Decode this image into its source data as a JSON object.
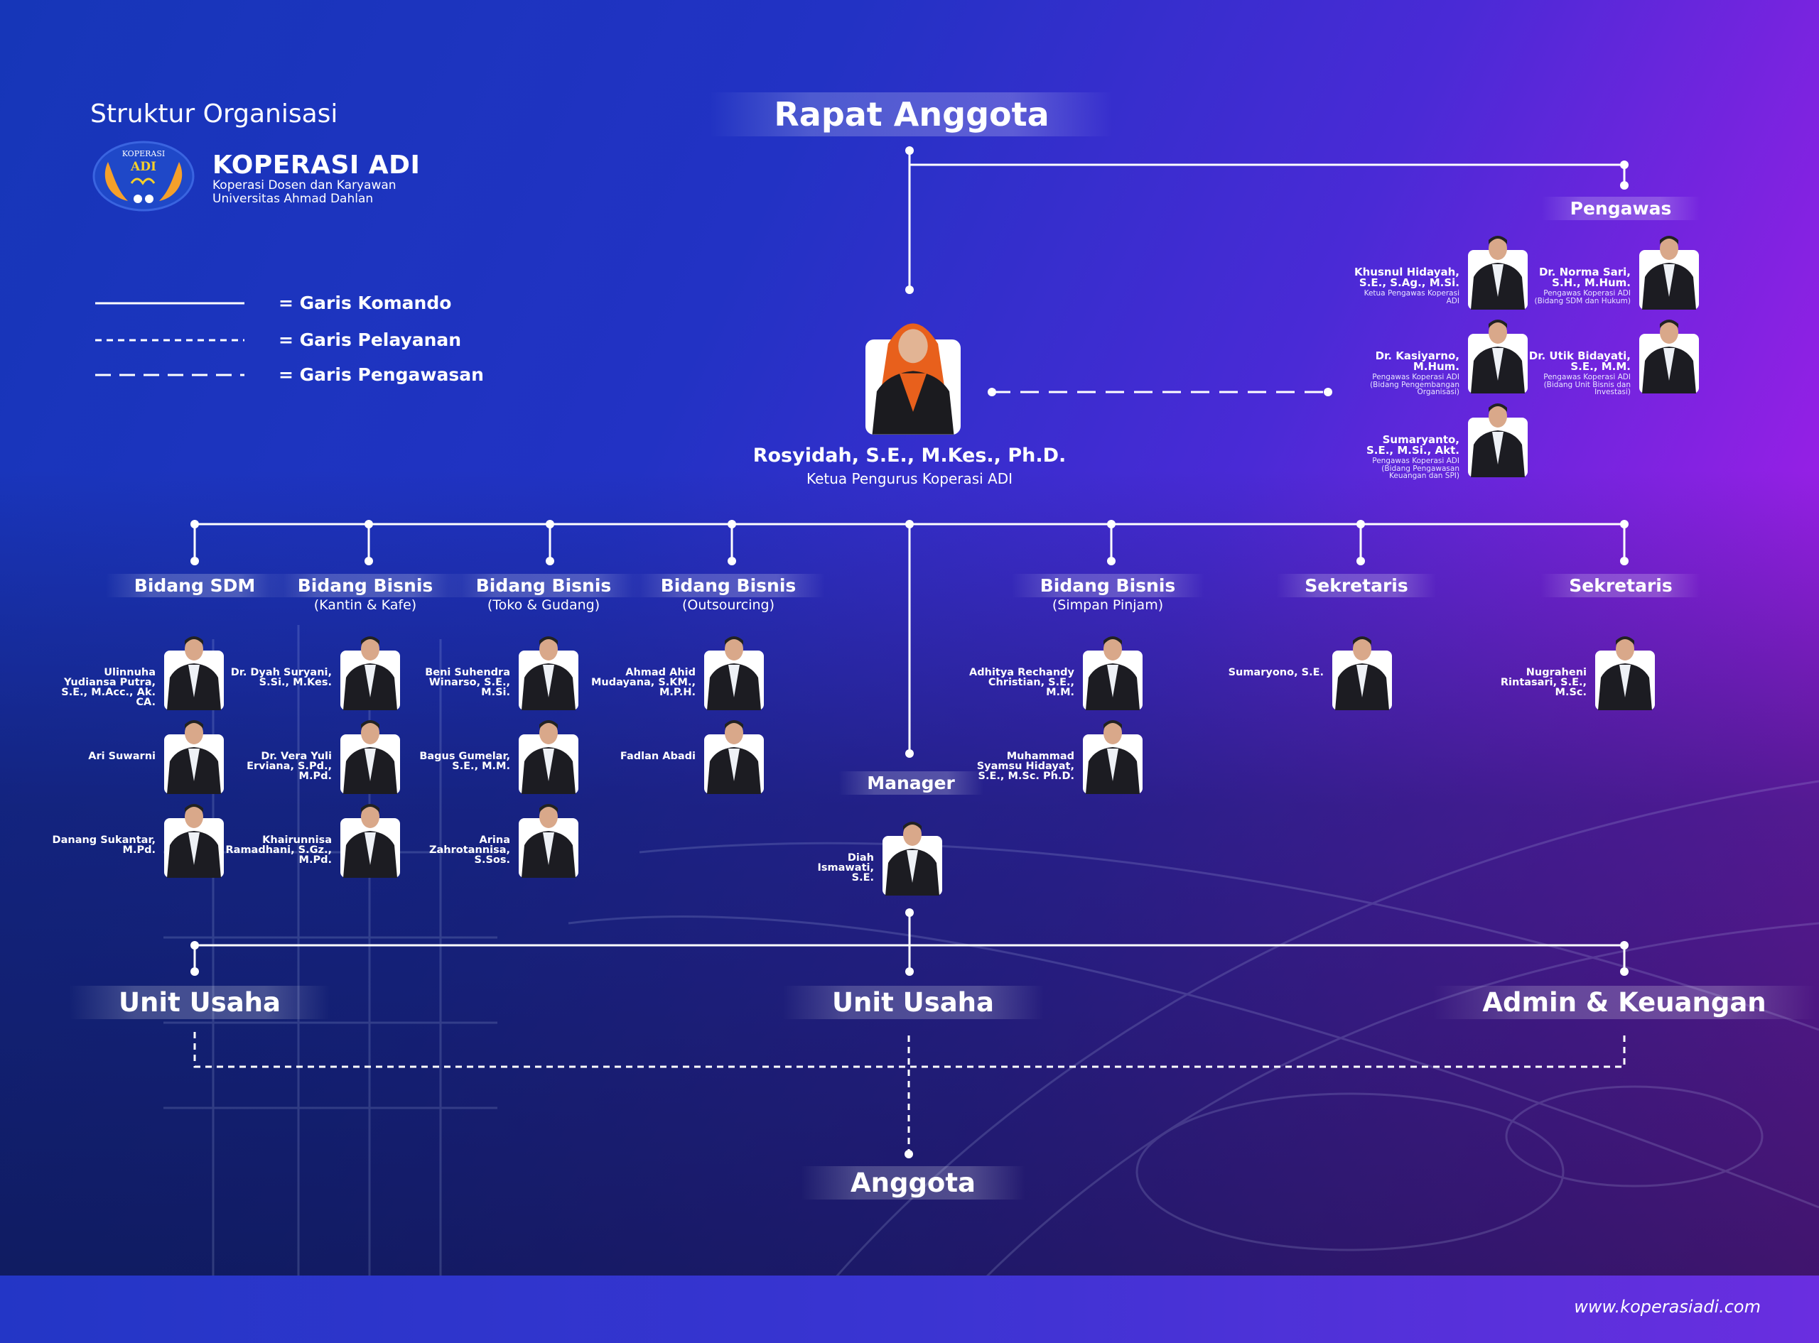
{
  "header": {
    "title": "Struktur Organisasi",
    "brand": "KOPERASI ADI",
    "brand_sub_1": "Koperasi Dosen dan Karyawan",
    "brand_sub_2": "Universitas Ahmad Dahlan",
    "logo_text": [
      "KOPERASI",
      "ADI"
    ]
  },
  "legend": [
    {
      "label": "= Garis Komando",
      "style": "solid"
    },
    {
      "label": "= Garis Pelayanan",
      "style": "dotted"
    },
    {
      "label": "= Garis Pengawasan",
      "style": "dashed"
    }
  ],
  "rapat": "Rapat Anggota",
  "pengawas": {
    "label": "Pengawas",
    "col1": [
      {
        "name": "Khusnul Hidayah, S.E., S.Ag., M.Si.",
        "role": "Ketua Pengawas Koperasi ADI"
      },
      {
        "name": "Dr. Kasiyarno, M.Hum.",
        "role": "Pengawas Koperasi ADI (Bidang Pengembangan Organisasi)"
      },
      {
        "name": "Sumaryanto, S.E., M.Si., Akt.",
        "role": "Pengawas Koperasi ADI (Bidang Pengawasan Keuangan dan SPI)"
      }
    ],
    "col2": [
      {
        "name": "Dr. Norma Sari, S.H., M.Hum.",
        "role": "Pengawas Koperasi ADI (Bidang SDM dan Hukum)"
      },
      {
        "name": "Dr. Utik Bidayati, S.E., M.M.",
        "role": "Pengawas Koperasi ADI (Bidang Unit Bisnis dan Investasi)"
      }
    ]
  },
  "ketua": {
    "name": "Rosyidah, S.E., M.Kes., Ph.D.",
    "role": "Ketua Pengurus Koperasi ADI"
  },
  "bidang": [
    {
      "label": "Bidang SDM",
      "sub": "",
      "members": [
        "Ulinnuha Yudiansa Putra, S.E., M.Acc., Ak. CA.",
        "Ari Suwarni",
        "Danang Sukantar, M.Pd."
      ]
    },
    {
      "label": "Bidang Bisnis",
      "sub": "(Kantin & Kafe)",
      "members": [
        "Dr. Dyah Suryani, S.Si., M.Kes.",
        "Dr. Vera Yuli Erviana, S.Pd., M.Pd.",
        "Khairunnisa Ramadhani, S.Gz., M.Pd."
      ]
    },
    {
      "label": "Bidang Bisnis",
      "sub": "(Toko & Gudang)",
      "members": [
        "Beni Suhendra Winarso, S.E., M.Si.",
        "Bagus Gumelar, S.E., M.M.",
        "Arina Zahrotannisa, S.Sos."
      ]
    },
    {
      "label": "Bidang Bisnis",
      "sub": "(Outsourcing)",
      "members": [
        "Ahmad Ahid Mudayana, S.KM., M.P.H.",
        "Fadlan Abadi"
      ]
    },
    {
      "label": "Bidang Bisnis",
      "sub": "(Simpan Pinjam)",
      "members": [
        "Adhitya Rechandy Christian, S.E., M.M.",
        "Muhammad Syamsu Hidayat, S.E., M.Sc. Ph.D."
      ]
    },
    {
      "label": "Sekretaris",
      "sub": "",
      "members": [
        "Sumaryono, S.E."
      ]
    },
    {
      "label": "Sekretaris",
      "sub": "",
      "members": [
        "Nugraheni Rintasari, S.E., M.Sc."
      ]
    }
  ],
  "manager": {
    "label": "Manager",
    "name": "Diah Ismawati, S.E."
  },
  "units": [
    "Unit Usaha",
    "Unit Usaha",
    "Admin & Keuangan"
  ],
  "anggota": "Anggota",
  "footer": {
    "website": "www.koperasiadi.com"
  },
  "colors": {
    "accent_blue": "#1636b8",
    "accent_purple": "#d21aec",
    "line": "#ffffff"
  }
}
